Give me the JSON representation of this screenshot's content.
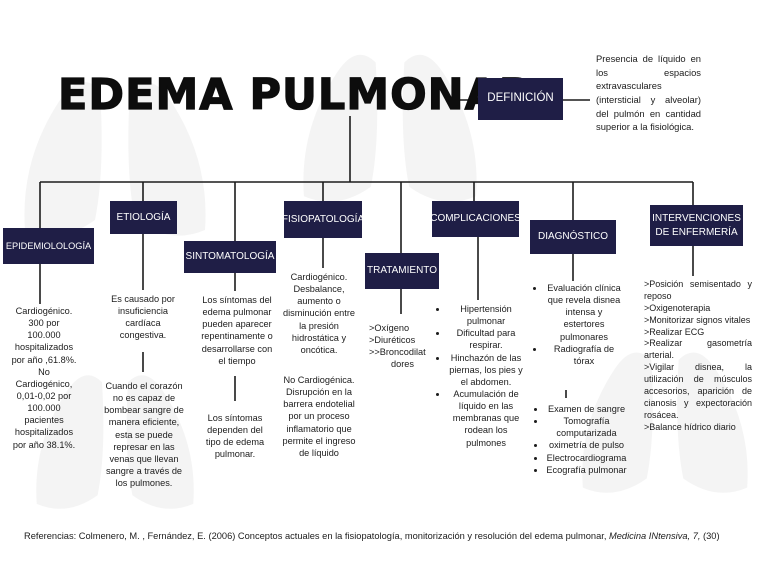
{
  "title": "EDEMA PULMONAR",
  "definition": {
    "label": "DEFINICIÓN",
    "text": "Presencia de líquido en los espacios extravasculares (intersticial y alveolar) del pulmón en cantidad superior a la fisiológica."
  },
  "branches": {
    "epidemiologia": {
      "label": "EPIDEMIOLOLOGÍA",
      "lines": [
        "Cardiogénico.",
        "300 por",
        "100.000",
        "hospitalizados",
        "por año ,61.8%.",
        "No",
        "Cardiogénico,",
        "0,01-0,02 por",
        "100.000",
        "pacientes",
        "hospitalizados",
        "por año 38.1%."
      ]
    },
    "etiologia": {
      "label": "ETIOLOGÍA",
      "text1": "Es causado por insuficiencia cardíaca congestiva.",
      "text2": "Cuando el corazón no es capaz de bombear sangre de manera eficiente, esta se puede represar en las venas que llevan sangre a través de los pulmones."
    },
    "sintomatologia": {
      "label": "SINTOMATOLOGÍA",
      "text1": "Los síntomas del edema pulmonar pueden aparecer repentinamente o desarrollarse con el tiempo",
      "text2": "Los síntomas dependen del tipo de edema pulmonar."
    },
    "fisiopatologia": {
      "label": "FISIOPATOLOGÍA",
      "text1": "Cardiogénico. Desbalance, aumento o disminución entre la presión hidrostática y oncótica.",
      "text2": "No Cardiogénica. Disrupción en la barrera endotelial por un proceso inflamatorio que permite el ingreso de líquido"
    },
    "tratamiento": {
      "label": "TRATAMIENTO",
      "lines": [
        ">Oxígeno",
        ">Diuréticos",
        " >>Broncodilat",
        "dores"
      ]
    },
    "complicaciones": {
      "label": "COMPLICACIONES",
      "items": [
        "Hipertensión pulmonar",
        "Dificultad para respirar.",
        "Hinchazón de las piernas, los pies y el abdomen.",
        "Acumulación de líquido en las membranas que rodean los pulmones"
      ]
    },
    "diagnostico": {
      "label": "DIAGNÓSTICO",
      "items1": [
        "Evaluación clínica que revela disnea intensa y estertores pulmonares",
        "Radiografía de tórax"
      ],
      "items2": [
        "Examen de sangre",
        "Tomografía computarizada",
        "oximetría de pulso",
        "Electrocardiograma",
        "Ecografía pulmonar"
      ]
    },
    "intervenciones": {
      "label": "INTERVENCIONES DE ENFERMERÍA",
      "lines": [
        ">Posición semisentado y reposo",
        ">Oxigenoterapia",
        ">Monitorizar signos vitales",
        ">Realizar ECG",
        ">Realizar gasometría arterial.",
        ">Vigilar disnea, la utilización de músculos accesorios, aparición de cianosis y expectoración rosácea.",
        " >Balance hídrico diario"
      ]
    }
  },
  "footer": {
    "text": "Referencias: Colmenero, M. , Fernández, E. (2006) Conceptos actuales en la fisiopatología, monitorización y resolución del edema pulmonar, ",
    "journal": "Medicina INtensiva, 7,",
    "tail": " (30)"
  },
  "colors": {
    "box": "#1f1e46",
    "line": "#1c1c1c",
    "lung": "#8a8a8a"
  }
}
